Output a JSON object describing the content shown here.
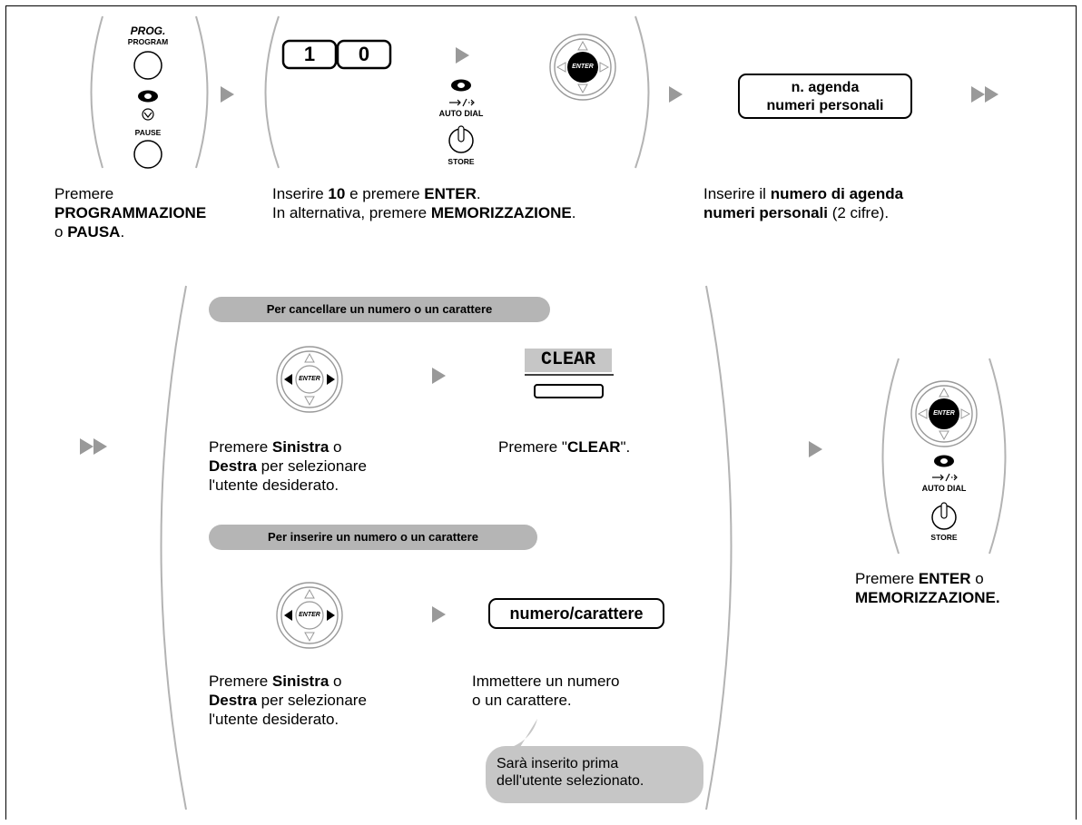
{
  "step1": {
    "prog_top": "PROG.",
    "prog_bottom": "PROGRAM",
    "pause_label": "PAUSE",
    "text": {
      "pre": "Premere",
      "b1": "PROGRAMMAZIONE",
      "mid": "o",
      "b2": "PAUSA",
      "post": "."
    }
  },
  "step2": {
    "key1": "1",
    "key2": "0",
    "auto_dial": "AUTO DIAL",
    "store": "STORE",
    "enter": "ENTER",
    "text_line1": {
      "pre": "Inserire",
      "b1": "10",
      "mid": "e premere",
      "b2": "ENTER",
      "post": "."
    },
    "text_line2": {
      "pre": "In alternativa, premere",
      "b1": "MEMORIZZAZIONE",
      "post": "."
    }
  },
  "step3": {
    "box_line1": "n. agenda",
    "box_line2": "numeri personali",
    "text": {
      "pre": "Inserire il",
      "b1": "numero di agenda",
      "b2": "numeri personali",
      "post": "(2 cifre)."
    }
  },
  "step4": {
    "delete_header": "Per cancellare un numero o un carattere",
    "insert_header": "Per inserire un numero o un carattere",
    "clear_label": "CLEAR",
    "clear_text": {
      "pre": "Premere \"",
      "b1": "CLEAR",
      "post": "\"."
    },
    "nav_text": {
      "pre": "Premere",
      "b1": "Sinistra",
      "mid": "o",
      "b2": "Destra",
      "post": "per selezionare",
      "line3": "l'utente desiderato."
    },
    "number_box": "numero/carattere",
    "input_text_line1": "Immettere un numero",
    "input_text_line2": "o un carattere.",
    "bubble_line1": "Sarà inserito prima",
    "bubble_line2": "dell'utente selezionato.",
    "enter": "ENTER"
  },
  "step5": {
    "auto_dial": "AUTO DIAL",
    "store": "STORE",
    "enter": "ENTER",
    "text": {
      "pre": "Premere",
      "b1": "ENTER",
      "mid": "o",
      "b2": "MEMORIZZAZIONE."
    }
  },
  "colors": {
    "pill": "#b5b5b5",
    "bubble": "#c6c6c6",
    "arrow": "#999999",
    "bracket": "#b3b3b3"
  }
}
